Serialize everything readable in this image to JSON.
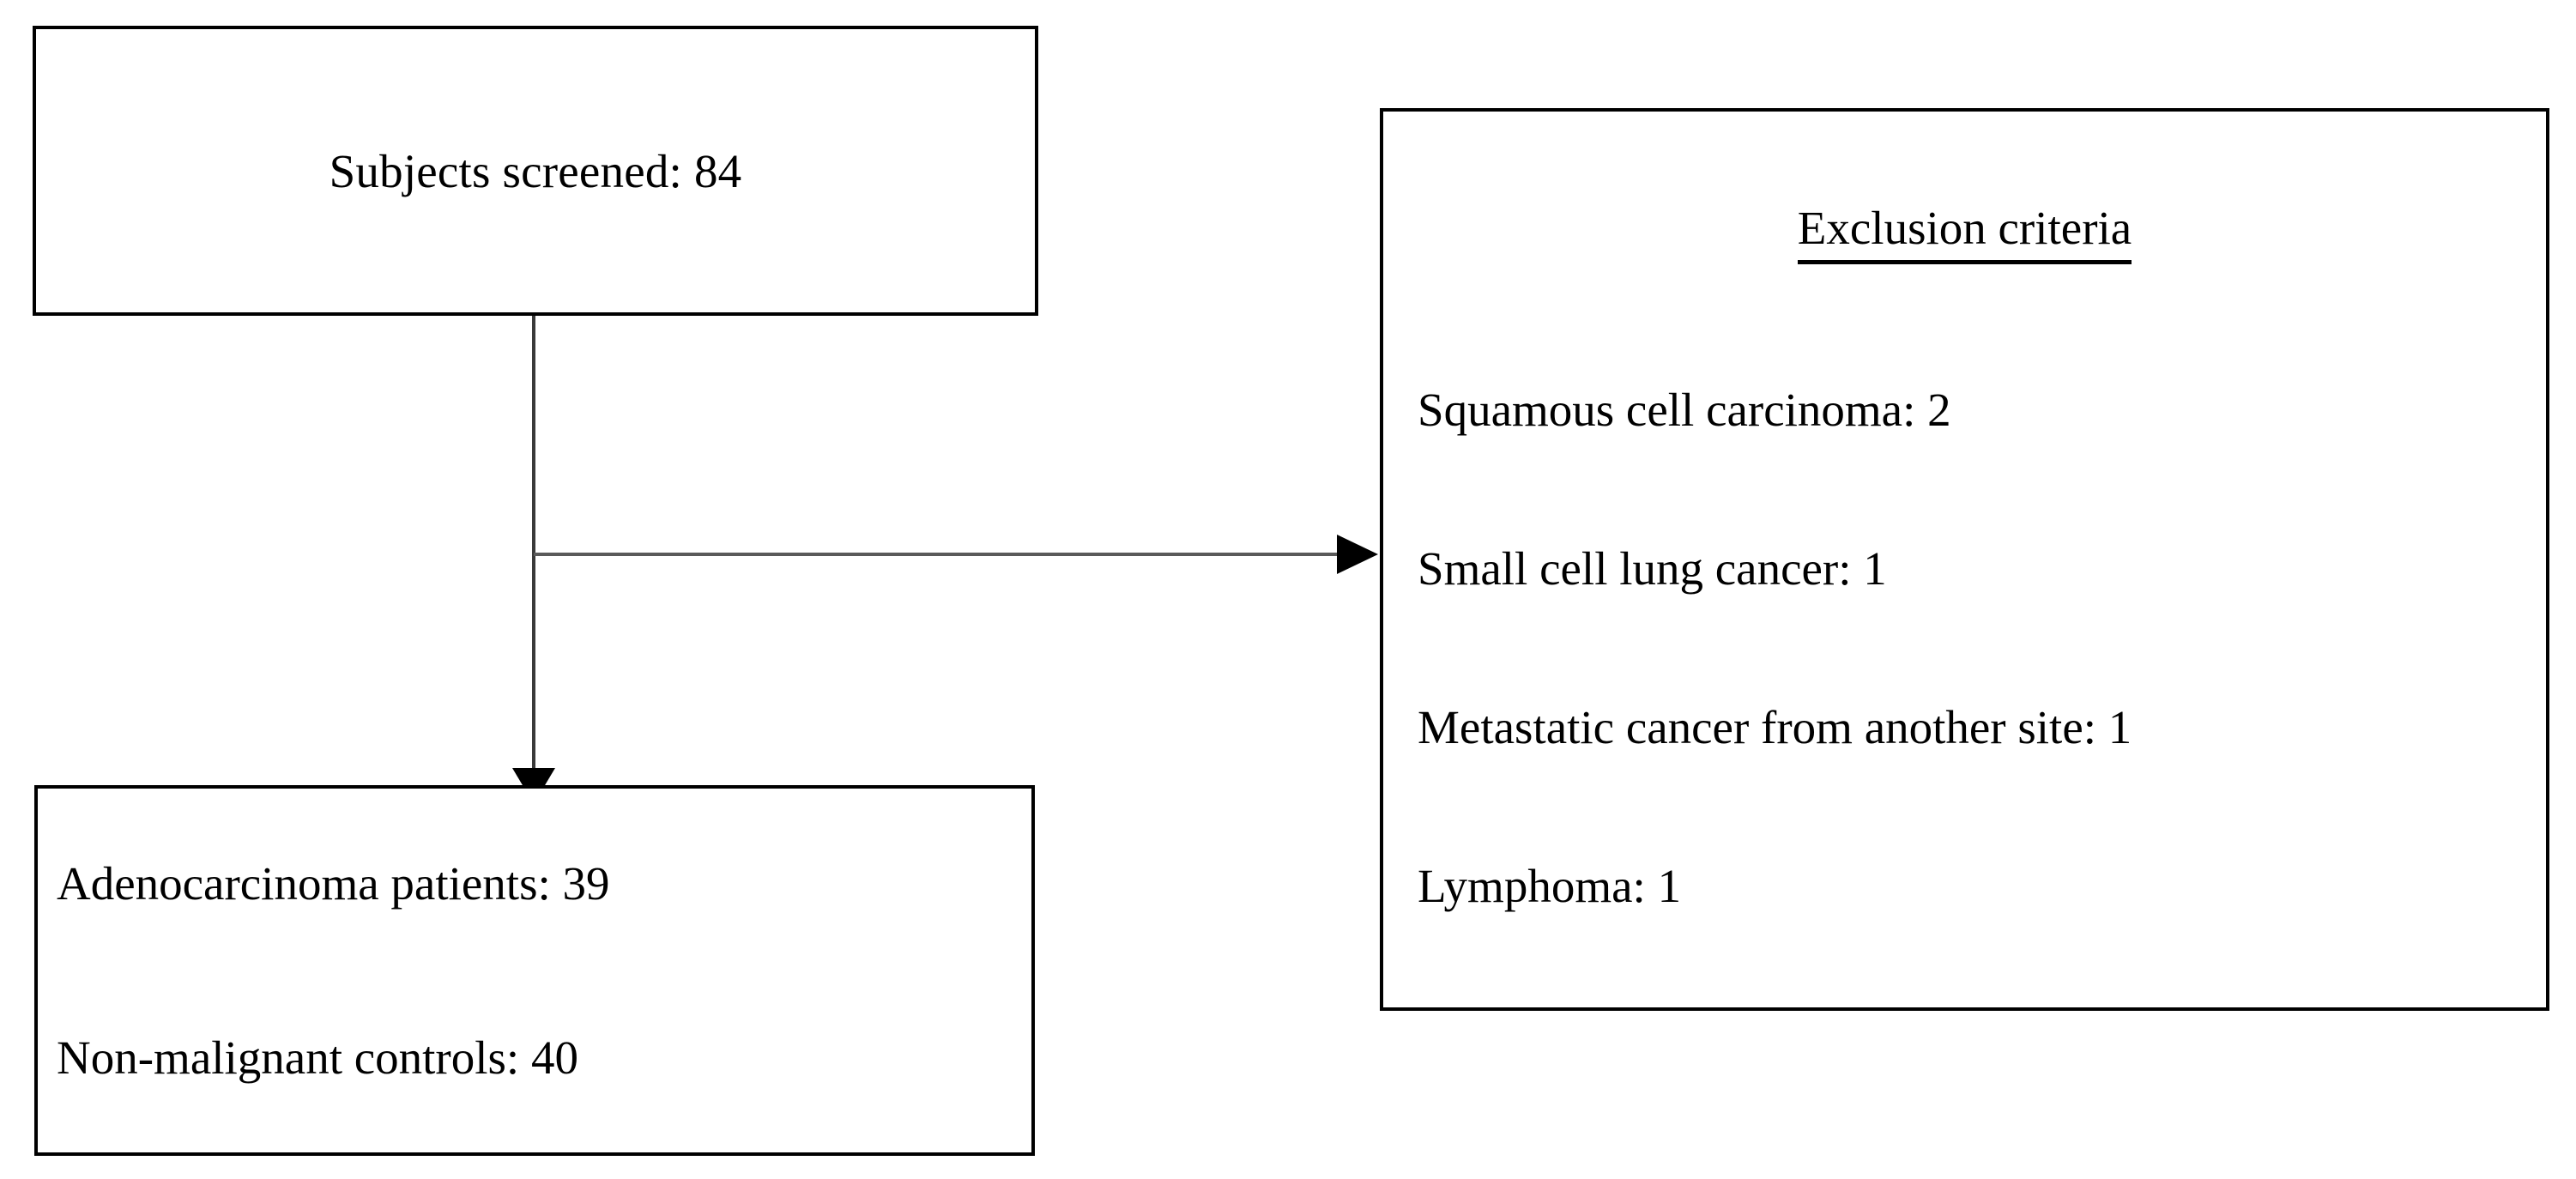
{
  "diagram": {
    "type": "study-flow-chart",
    "screened_box": {
      "label": "Subjects screened: 84",
      "count": 84
    },
    "cohorts_box": {
      "lines": [
        "Adenocarcinoma patients: 39",
        "Non-malignant controls: 40"
      ],
      "adenocarcinoma_patients": 39,
      "non_malignant_controls": 40
    },
    "exclusion_box": {
      "title": "Exclusion criteria",
      "items": [
        "Squamous cell carcinoma: 2",
        "Small cell lung cancer: 1",
        "Metastatic cancer from another site: 1",
        "Lymphoma: 1"
      ],
      "counts": {
        "squamous_cell_carcinoma": 2,
        "small_cell_lung_cancer": 1,
        "metastatic_cancer_from_another_site": 1,
        "lymphoma": 1
      }
    },
    "colors": {
      "background": "#ffffff",
      "box_border": "#000000",
      "text": "#000000",
      "connector": "#3a3a3a",
      "arrowhead": "#000000"
    }
  }
}
